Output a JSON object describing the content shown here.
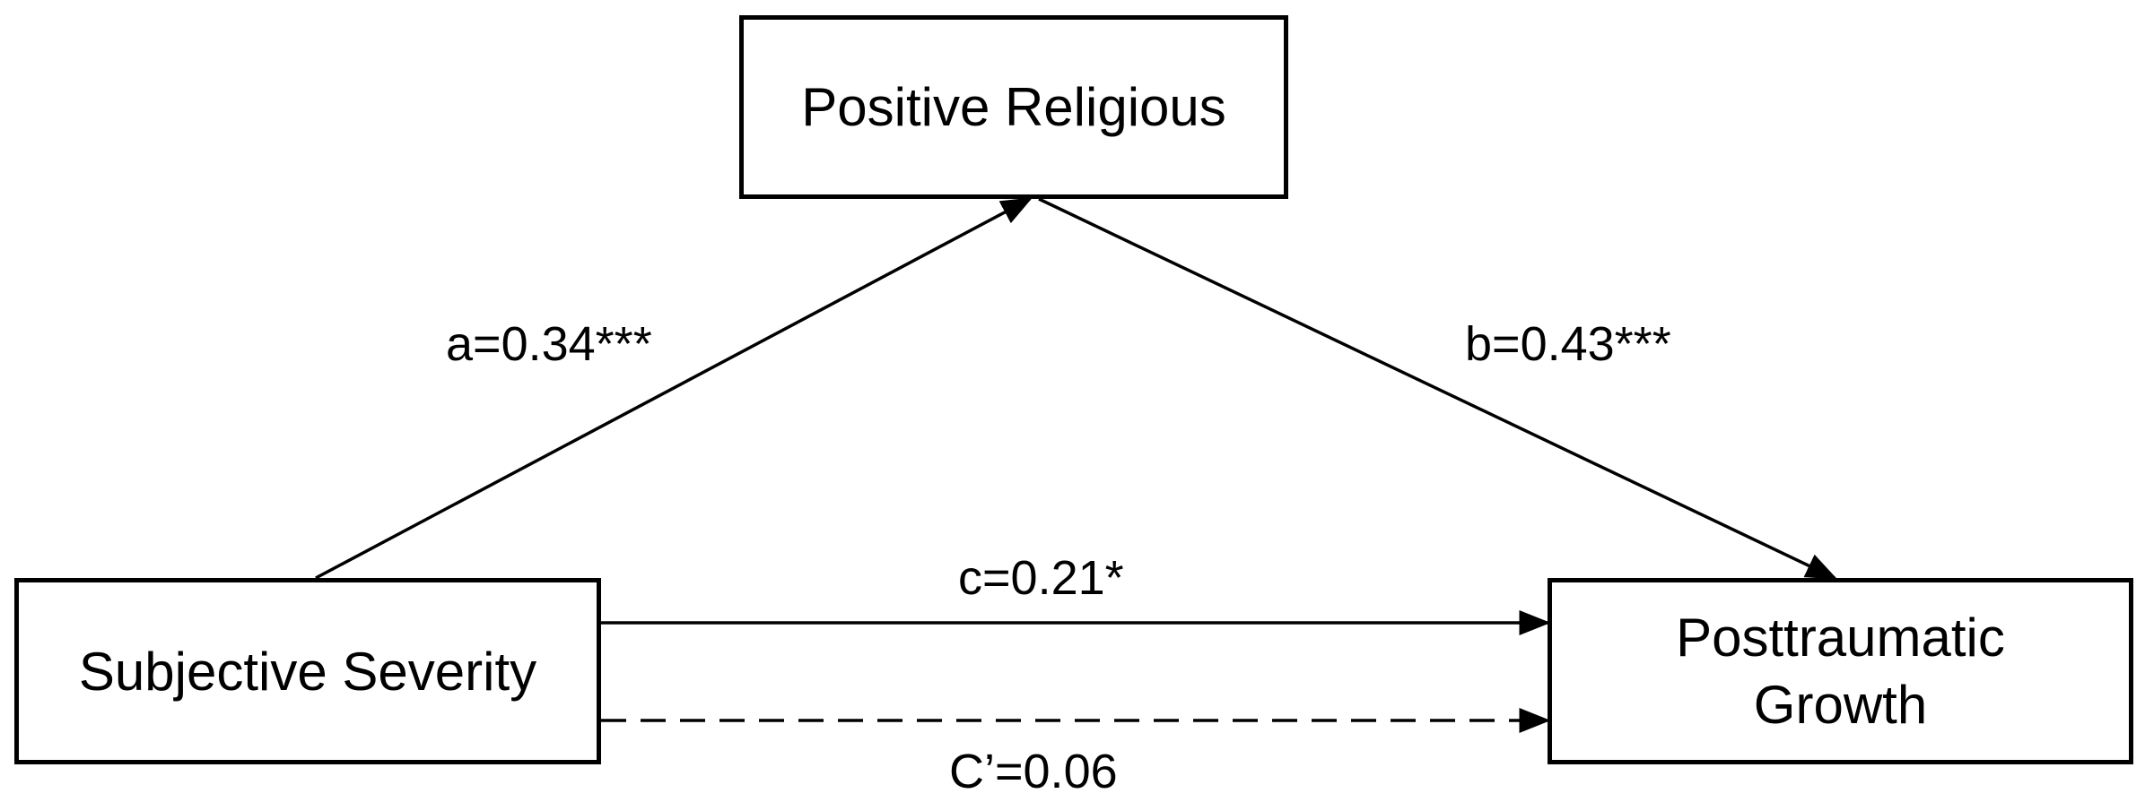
{
  "nodes": {
    "mediator": {
      "label": "Positive Religious"
    },
    "predictor": {
      "label": "Subjective Severity"
    },
    "outcome": {
      "label": "Posttraumatic Growth"
    }
  },
  "paths": {
    "a": {
      "label": "a=0.34***",
      "from": "predictor",
      "to": "mediator",
      "style": "solid"
    },
    "b": {
      "label": "b=0.43***",
      "from": "mediator",
      "to": "outcome",
      "style": "solid"
    },
    "c": {
      "label": "c=0.21*",
      "from": "predictor",
      "to": "outcome",
      "style": "solid"
    },
    "c_prime": {
      "label": "C’=0.06",
      "from": "predictor",
      "to": "outcome",
      "style": "dashed"
    }
  },
  "colors": {
    "line": "#000000",
    "background": "#ffffff"
  }
}
